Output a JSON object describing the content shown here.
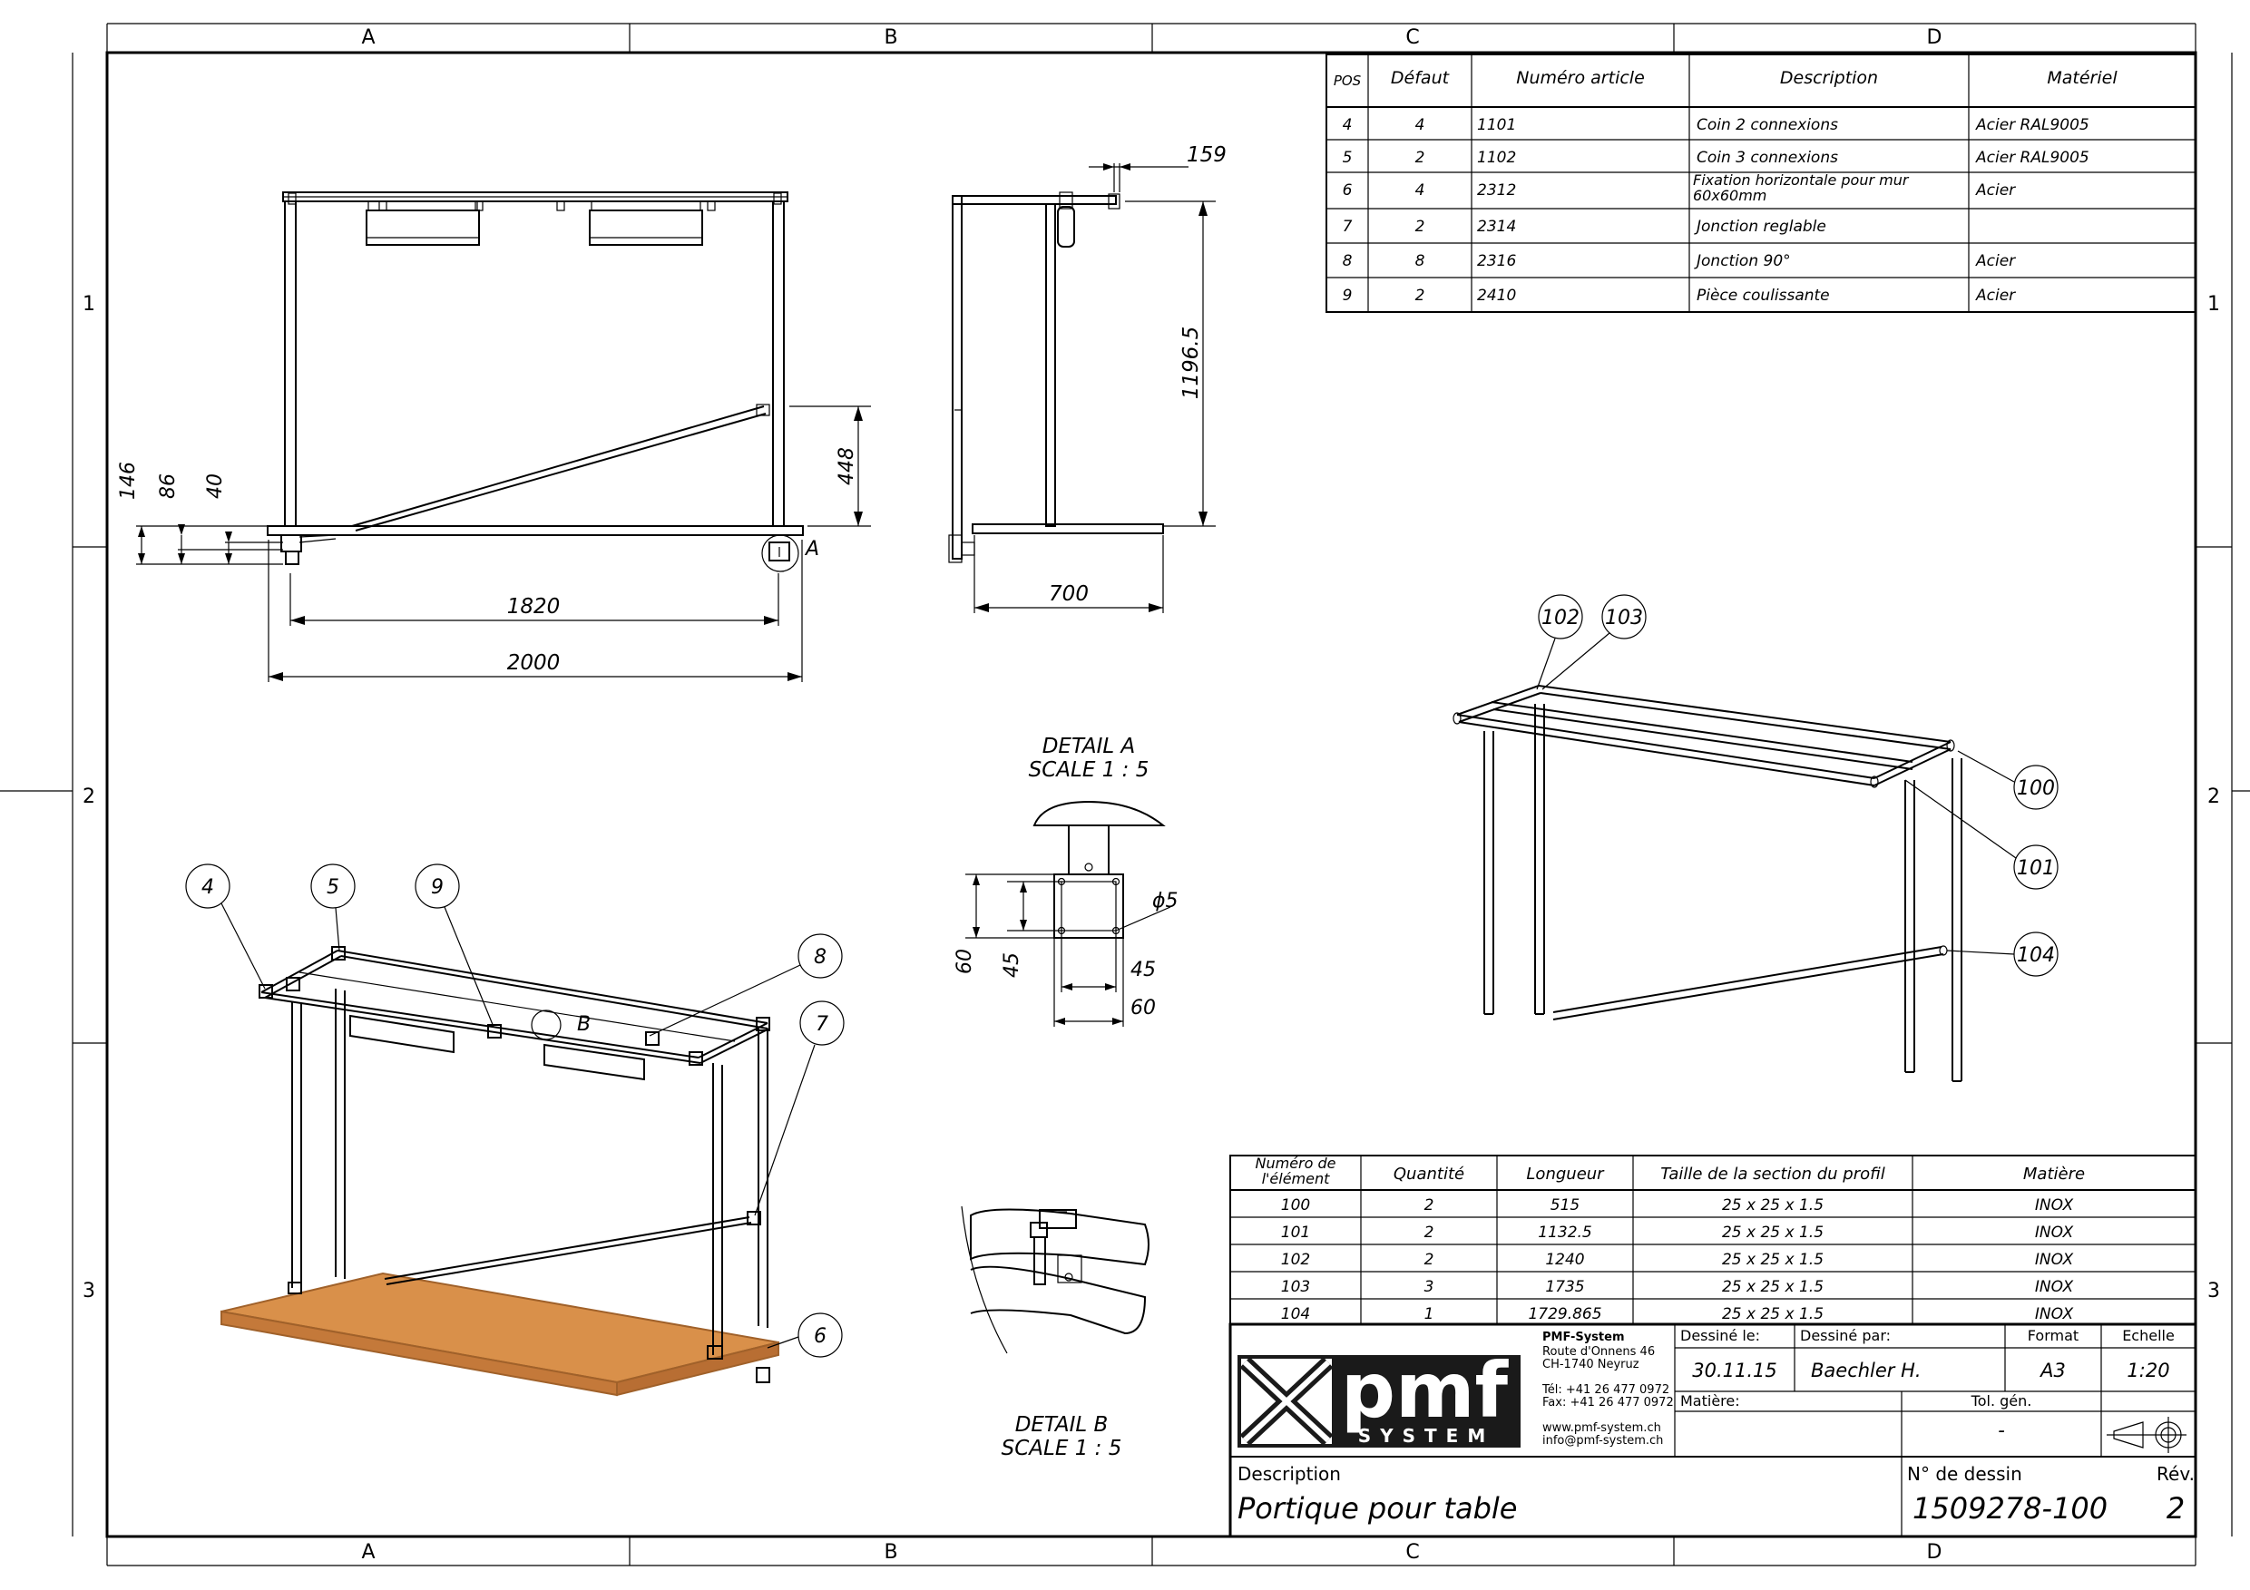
{
  "grid": {
    "columns": [
      "A",
      "B",
      "C",
      "D"
    ],
    "rows": [
      "1",
      "2",
      "3"
    ]
  },
  "bom_top": {
    "headers": [
      "POS",
      "Défaut",
      "Numéro article",
      "Description",
      "Matériel"
    ],
    "rows": [
      [
        "4",
        "4",
        "1101",
        "Coin 2 connexions",
        "Acier RAL9005"
      ],
      [
        "5",
        "2",
        "1102",
        "Coin 3 connexions",
        "Acier RAL9005"
      ],
      [
        "6",
        "4",
        "2312",
        "Fixation horizontale pour mur 60x60mm",
        "Acier"
      ],
      [
        "7",
        "2",
        "2314",
        "Jonction reglable",
        ""
      ],
      [
        "8",
        "8",
        "2316",
        "Jonction 90°",
        "Acier"
      ],
      [
        "9",
        "2",
        "2410",
        "Pièce coulissante",
        "Acier"
      ]
    ]
  },
  "bom_profiles": {
    "headers": [
      "Numéro de l'élément",
      "Quantité",
      "Longueur",
      "Taille  de la section du profil",
      "Matière"
    ],
    "rows": [
      [
        "100",
        "2",
        "515",
        "25 x 25 x 1.5",
        "INOX"
      ],
      [
        "101",
        "2",
        "1132.5",
        "25 x 25 x 1.5",
        "INOX"
      ],
      [
        "102",
        "2",
        "1240",
        "25 x 25 x 1.5",
        "INOX"
      ],
      [
        "103",
        "3",
        "1735",
        "25 x 25 x 1.5",
        "INOX"
      ],
      [
        "104",
        "1",
        "1729.865",
        "25 x 25 x 1.5",
        "INOX"
      ]
    ]
  },
  "dimensions": {
    "front": [
      "146",
      "86",
      "40",
      "448",
      "1820",
      "2000"
    ],
    "side": [
      "159",
      "1196.5",
      "700"
    ],
    "detail_a": [
      "60",
      "45",
      "45",
      "60",
      "ϕ5"
    ]
  },
  "view_labels": {
    "a_mark": "A",
    "b_mark": "B",
    "detail_a_title": "DETAIL A",
    "detail_a_scale": "SCALE 1 : 5",
    "detail_b_title": "DETAIL B",
    "detail_b_scale": "SCALE 1 : 5"
  },
  "balloons_iso": [
    "4",
    "5",
    "9",
    "8",
    "7",
    "6"
  ],
  "balloons_frame": [
    "102",
    "103",
    "100",
    "101",
    "104"
  ],
  "title_block": {
    "company_name": "PMF-System",
    "address1": "Route d'Onnens 46",
    "address2": "CH-1740 Neyruz",
    "tel": "Tél: +41 26 477 0972",
    "fax": "Fax: +41 26 477 0972",
    "web": "www.pmf-system.ch",
    "email": "info@pmf-system.ch",
    "logo_main": "pmf",
    "logo_sub": "SYSTEM",
    "drawn_on_label": "Dessiné le:",
    "drawn_on": "30.11.15",
    "drawn_by_label": "Dessiné par:",
    "drawn_by": "Baechler H.",
    "format_label": "Format",
    "format": "A3",
    "scale_label": "Echelle",
    "scale": "1:20",
    "material_label": "Matière:",
    "tolerance_label": "Tol. gén.",
    "tolerance": "-",
    "description_label": "Description",
    "description": "Portique pour table",
    "drawing_no_label": "N° de dessin",
    "drawing_no": "1509278-100",
    "revision_label": "Rév.",
    "revision": "2"
  },
  "colors": {
    "line": "#000000",
    "wood": "#d9904a",
    "wood_edge": "#a0612a",
    "logo_bg": "#1a1a1a"
  }
}
